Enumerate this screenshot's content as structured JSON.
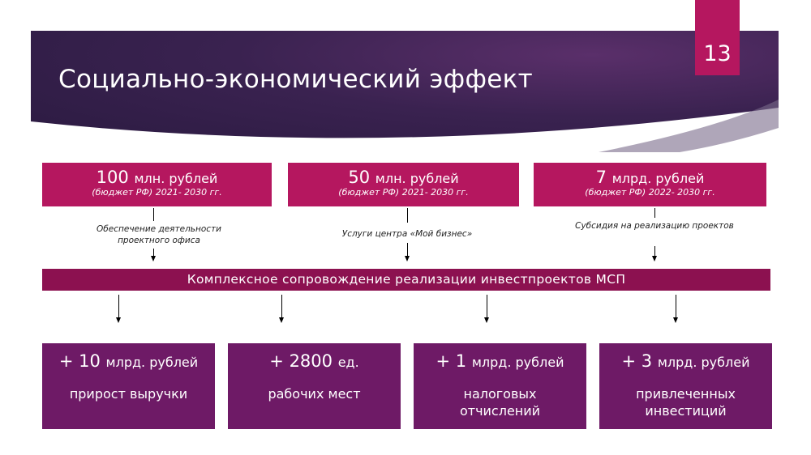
{
  "slide": {
    "title": "Социально-экономический эффект",
    "number": "13"
  },
  "sources": [
    {
      "amount": "100",
      "unit": "млн. рублей",
      "detail": "(бюджет РФ) 2021- 2030 гг.",
      "note": "Обеспечение деятельности проектного офиса"
    },
    {
      "amount": "50",
      "unit": "млн. рублей",
      "detail": "(бюджет РФ) 2021- 2030 гг.",
      "note": "Услуги центра «Мой бизнес»"
    },
    {
      "amount": "7",
      "unit": "млрд. рублей",
      "detail": "(бюджет РФ) 2022- 2030 гг.",
      "note": "Субсидия на реализацию проектов"
    }
  ],
  "band": "Комплексное сопровождение реализации инвестпроектов МСП",
  "effects": [
    {
      "amount": "+ 10",
      "unit": "млрд. рублей",
      "label": "прирост выручки"
    },
    {
      "amount": "+ 2800",
      "unit": "ед.",
      "label": "рабочих мест"
    },
    {
      "amount": "+ 1",
      "unit": "млрд. рублей",
      "label": "налоговых отчислений"
    },
    {
      "amount": "+ 3",
      "unit": "млрд. рублей",
      "label": "привлеченных инвестиций"
    }
  ],
  "colors": {
    "accent": "#b5175f",
    "band": "#8c1150",
    "effect": "#6e1a66",
    "header": "#2c1b45"
  }
}
